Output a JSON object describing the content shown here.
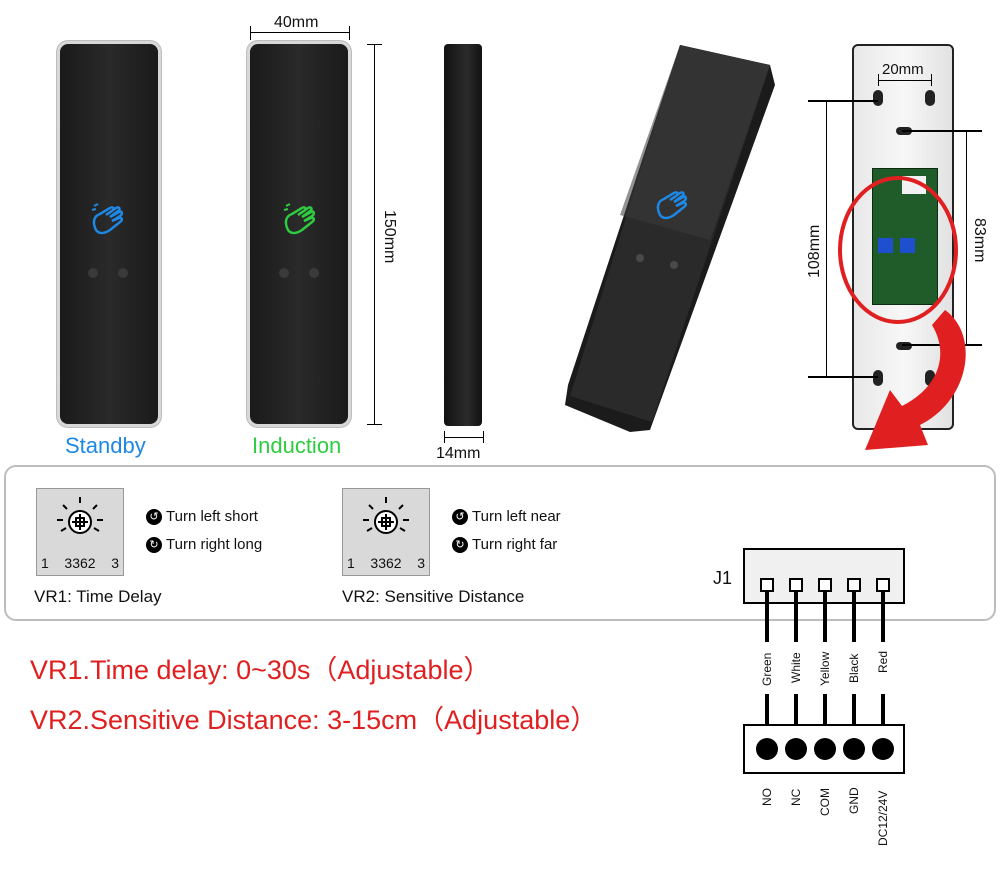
{
  "labels": {
    "standby": "Standby",
    "induction": "Induction",
    "width": "40mm",
    "height": "150mm",
    "depth": "14mm",
    "hole_spacing": "20mm",
    "left_span": "108mm",
    "right_span": "83mm"
  },
  "vr1": {
    "pot_left": "1",
    "pot_model": "3362",
    "pot_right": "3",
    "turn_left": "Turn left short",
    "turn_right": "Turn right long",
    "caption": "VR1: Time Delay"
  },
  "vr2": {
    "pot_left": "1",
    "pot_model": "3362",
    "pot_right": "3",
    "turn_left": "Turn left near",
    "turn_right": "Turn right far",
    "caption": "VR2: Sensitive Distance"
  },
  "notes": {
    "line1": "VR1.Time delay: 0~30s（Adjustable）",
    "line2": "VR2.Sensitive Distance: 3-15cm（Adjustable）"
  },
  "connector": {
    "name": "J1",
    "wires": [
      "Green",
      "White",
      "Yellow",
      "Black",
      "Red"
    ],
    "terminals": [
      "NO",
      "NC",
      "COM",
      "GND",
      "DC12/24V"
    ]
  },
  "colors": {
    "standby": "#1e88e5",
    "induction": "#2ecc40",
    "accent": "#e02020"
  }
}
